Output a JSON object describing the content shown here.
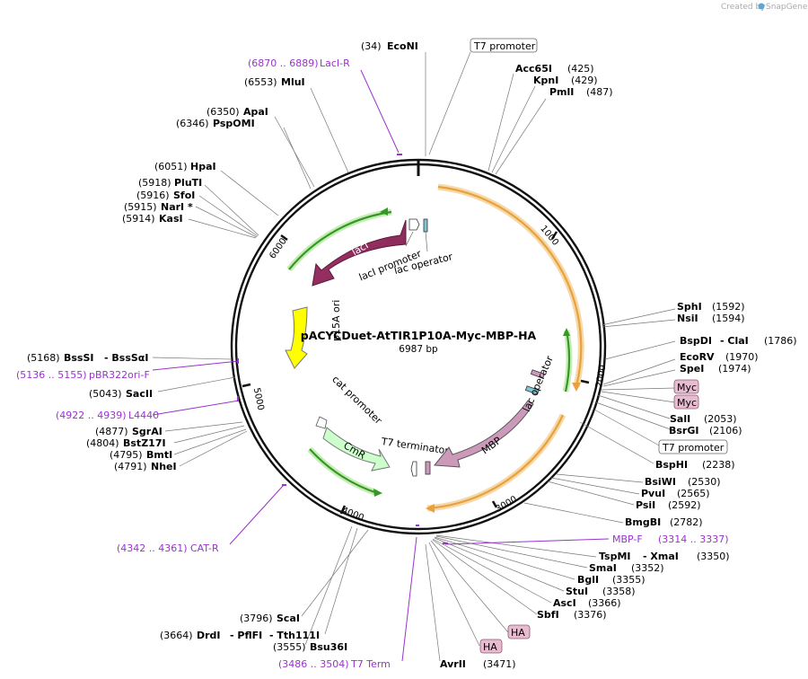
{
  "credit": "Created by",
  "credit_brand": "SnapGene",
  "plasmid": {
    "name": "pACYCDuet-AtTIR1P10A-Myc-MBP-HA",
    "size": "6987 bp"
  },
  "ticks": [
    "1000",
    "2000",
    "3000",
    "4000",
    "5000",
    "6000"
  ],
  "features": {
    "laci": "lacI",
    "laci_promoter": "lacI promoter",
    "lac_operator_top": "lac operator",
    "p15a_ori": "p15A ori",
    "cat_promoter": "cat promoter",
    "cmr": "CmR",
    "t7_terminator": "T7 terminator",
    "lac_operator_right": "lac operator",
    "mbp": "MBP"
  },
  "sites": {
    "econi": {
      "name": "EcoNI",
      "pos": "(34)"
    },
    "t7_promoter_top": {
      "name": "T7 promoter"
    },
    "acc65i": {
      "name": "Acc65I",
      "pos": "(425)"
    },
    "kpni": {
      "name": "KpnI",
      "pos": "(429)"
    },
    "pmli": {
      "name": "PmlI",
      "pos": "(487)"
    },
    "laci_r": {
      "name": "LacI-R",
      "pos": "(6870 .. 6889)"
    },
    "mlui": {
      "name": "MluI",
      "pos": "(6553)"
    },
    "apai": {
      "name": "ApaI",
      "pos": "(6350)"
    },
    "pspomi": {
      "name": "PspOMI",
      "pos": "(6346)"
    },
    "hpai": {
      "name": "HpaI",
      "pos": "(6051)"
    },
    "pluti": {
      "name": "PluTI",
      "pos": "(5918)"
    },
    "sfoi": {
      "name": "SfoI",
      "pos": "(5916)"
    },
    "nari": {
      "name": "NarI *",
      "pos": "(5915)"
    },
    "kasi": {
      "name": "KasI",
      "pos": "(5914)"
    },
    "sphi": {
      "name": "SphI",
      "pos": "(1592)"
    },
    "nsii": {
      "name": "NsiI",
      "pos": "(1594)"
    },
    "bspdi": {
      "name": "BspDI",
      "name2": "- ClaI",
      "pos": "(1786)"
    },
    "ecorv": {
      "name": "EcoRV",
      "pos": "(1970)"
    },
    "spei": {
      "name": "SpeI",
      "pos": "(1974)"
    },
    "myc1": {
      "name": "Myc"
    },
    "myc2": {
      "name": "Myc"
    },
    "sali": {
      "name": "SalI",
      "pos": "(2053)"
    },
    "bsrgi": {
      "name": "BsrGI",
      "pos": "(2106)"
    },
    "t7_promoter_right": {
      "name": "T7 promoter"
    },
    "bsphi": {
      "name": "BspHI",
      "pos": "(2238)"
    },
    "bsssi": {
      "name": "BssSI",
      "name2": "- BssSαI",
      "pos": "(5168)"
    },
    "pbr322ori_f": {
      "name": "pBR322ori-F",
      "pos": "(5136 .. 5155)"
    },
    "sacii": {
      "name": "SacII",
      "pos": "(5043)"
    },
    "l4440": {
      "name": "L4440",
      "pos": "(4922 .. 4939)"
    },
    "sgrai": {
      "name": "SgrAI",
      "pos": "(4877)"
    },
    "bstz17i": {
      "name": "BstZ17I",
      "pos": "(4804)"
    },
    "bmti": {
      "name": "BmtI",
      "pos": "(4795)"
    },
    "nhei": {
      "name": "NheI",
      "pos": "(4791)"
    },
    "bsiwi": {
      "name": "BsiWI",
      "pos": "(2530)"
    },
    "pvui": {
      "name": "PvuI",
      "pos": "(2565)"
    },
    "psii": {
      "name": "PsiI",
      "pos": "(2592)"
    },
    "bmgbi": {
      "name": "BmgBI",
      "pos": "(2782)"
    },
    "mbp_f": {
      "name": "MBP-F",
      "pos": "(3314 .. 3337)"
    },
    "tspmi": {
      "name": "TspMI",
      "name2": "- XmaI",
      "pos": "(3350)"
    },
    "smai": {
      "name": "SmaI",
      "pos": "(3352)"
    },
    "bgli": {
      "name": "BglI",
      "pos": "(3355)"
    },
    "stui": {
      "name": "StuI",
      "pos": "(3358)"
    },
    "asci": {
      "name": "AscI",
      "pos": "(3366)"
    },
    "sbfi": {
      "name": "SbfI",
      "pos": "(3376)"
    },
    "ha1": {
      "name": "HA"
    },
    "ha2": {
      "name": "HA"
    },
    "cat_r": {
      "name": "CAT-R",
      "pos": "(4342 .. 4361)"
    },
    "scai": {
      "name": "ScaI",
      "pos": "(3796)"
    },
    "drdi": {
      "name": "DrdI",
      "name2": "- PflFI",
      "name3": "- Tth111I",
      "pos": "(3664)"
    },
    "bsu36i": {
      "name": "Bsu36I",
      "pos": "(3555)"
    },
    "t7_term": {
      "name": "T7 Term",
      "pos": "(3486 .. 3504)"
    },
    "avrii": {
      "name": "AvrII",
      "pos": "(3471)"
    }
  },
  "colors": {
    "laci": "#8b2a5a",
    "p15a": "#ffff00",
    "cmr": "#ccffcc",
    "mbp": "#cc99bb",
    "orange_arc": "#e8a13c",
    "green_arc": "#339922",
    "primer": "#9933cc",
    "tag_fill": "#e8bcd0"
  }
}
